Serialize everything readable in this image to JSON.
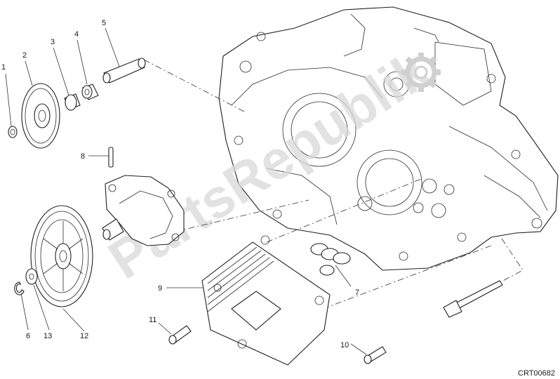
{
  "diagram": {
    "drawing_code": "CRT00682",
    "watermark": "PartsRepublik",
    "watermark_icon": "gear-icon",
    "callouts": [
      "1",
      "2",
      "3",
      "4",
      "5",
      "6",
      "7",
      "8",
      "9",
      "10",
      "11",
      "12",
      "13"
    ]
  }
}
